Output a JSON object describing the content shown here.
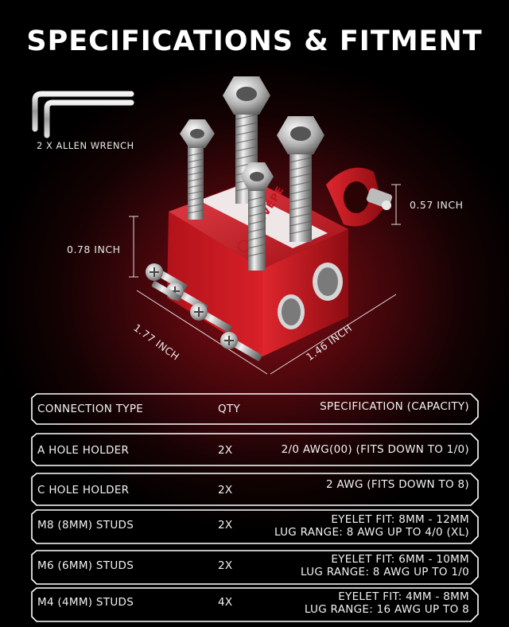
{
  "title": "SPECIFICATIONS & FITMENT",
  "accessory_label": "2 X ALLEN WRENCH",
  "brand_logo_text": "NILIVEPE",
  "dimensions": {
    "height_clamp": "0.57 INCH",
    "height_block": "0.78 INCH",
    "length": "1.77 INCH",
    "width": "1.46 INCH"
  },
  "table": {
    "header": {
      "connection_type": "CONNECTION TYPE",
      "qty": "QTY",
      "specification": "SPECIFICATION (CAPACITY)"
    },
    "rows": [
      {
        "type": "A HOLE HOLDER",
        "qty": "2X",
        "spec_line1": "2/0 AWG(00) (FITS DOWN TO 1/0)",
        "spec_line2": ""
      },
      {
        "type": "C HOLE HOLDER",
        "qty": "2X",
        "spec_line1": "2 AWG (FITS DOWN TO 8)",
        "spec_line2": ""
      },
      {
        "type": "M8 (8MM) STUDS",
        "qty": "2X",
        "spec_line1": "EYELET FIT: 8MM - 12MM",
        "spec_line2": "LUG RANGE: 8 AWG UP TO 4/0 (XL)"
      },
      {
        "type": "M6 (6MM) STUDS",
        "qty": "2X",
        "spec_line1": "EYELET FIT: 6MM - 10MM",
        "spec_line2": "LUG RANGE: 8 AWG UP TO 1/0"
      },
      {
        "type": "M4 (4MM) STUDS",
        "qty": "4X",
        "spec_line1": "EYELET FIT: 4MM - 8MM",
        "spec_line2": "LUG RANGE: 16 AWG UP TO 8"
      }
    ]
  },
  "colors": {
    "background": "#000000",
    "glow": "#8a0d16",
    "product_red": "#c4141c",
    "text": "#ffffff",
    "frame_stroke": "#ffffff"
  }
}
